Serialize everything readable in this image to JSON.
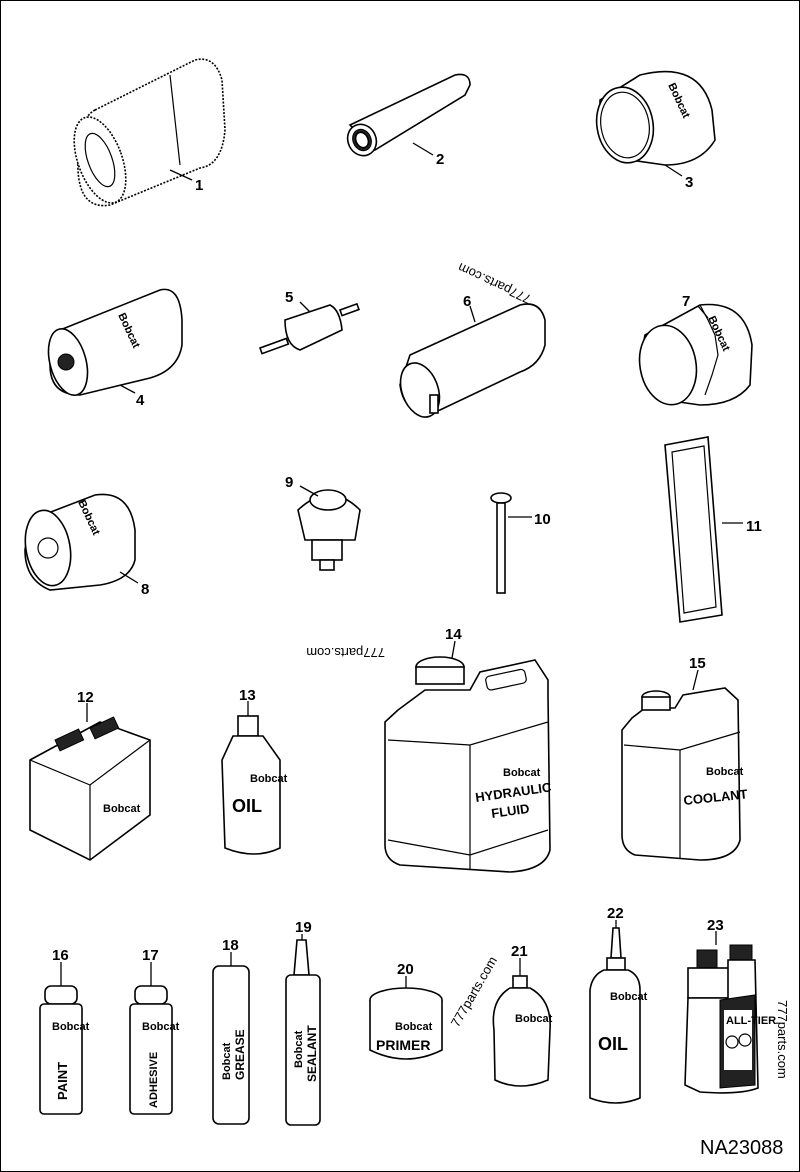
{
  "diagram_id": "NA23088",
  "watermark": "777parts.com",
  "brand": "Bobcat",
  "callouts": [
    "1",
    "2",
    "3",
    "4",
    "5",
    "6",
    "7",
    "8",
    "9",
    "10",
    "11",
    "12",
    "13",
    "14",
    "15",
    "16",
    "17",
    "18",
    "19",
    "20",
    "21",
    "22",
    "23"
  ],
  "product_labels": {
    "oil": "OIL",
    "hydraulic_line1": "HYDRAULIC",
    "hydraulic_line2": "FLUID",
    "coolant": "COOLANT",
    "paint": "PAINT",
    "adhesive": "ADHESIVE",
    "grease": "GREASE",
    "sealant": "SEALANT",
    "primer": "PRIMER",
    "all_tier": "ALL-TIER"
  }
}
